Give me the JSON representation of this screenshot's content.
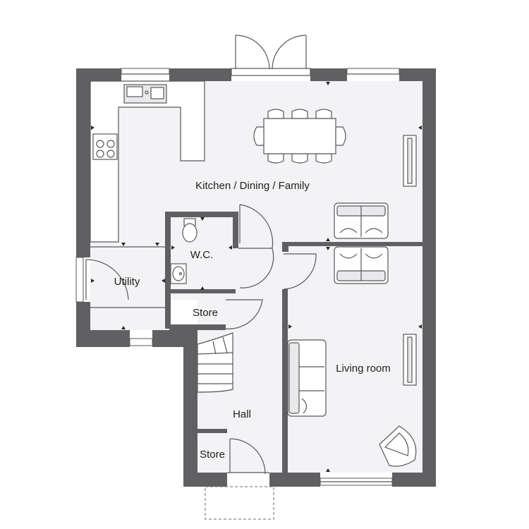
{
  "rooms": {
    "kitchen": "Kitchen / Dining / Family",
    "wc": "W.C.",
    "utility": "Utility",
    "store_upper": "Store",
    "living": "Living room",
    "hall": "Hall",
    "store_lower": "Store"
  },
  "colors": {
    "wall": "#606062",
    "floor": "#f3f3f5",
    "line": "#58585a"
  },
  "icons": [
    "sink-icon",
    "hob-icon",
    "toilet-icon",
    "basin-icon",
    "dining-table-icon",
    "sofa-icon",
    "armchair-icon",
    "tv-icon",
    "staircase-icon"
  ]
}
